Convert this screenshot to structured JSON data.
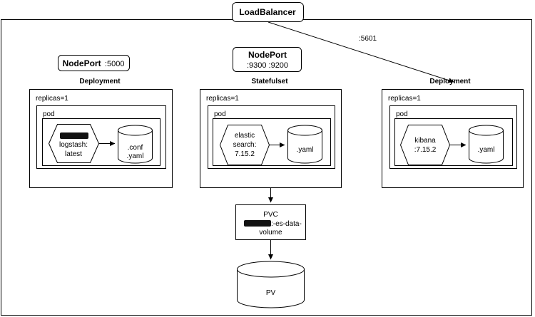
{
  "load_balancer": {
    "label": "LoadBalancer"
  },
  "edge_label_5601": ":5601",
  "nodeport_logstash": {
    "title": "NodePort",
    "ports": ":5000"
  },
  "nodeport_elastic": {
    "title": "NodePort",
    "ports": ":9300 :9200"
  },
  "deployments": [
    {
      "kind": "Deployment",
      "replicas": "replicas=1",
      "pod_label": "pod",
      "container_lines": [
        "",
        "logstash:",
        "latest"
      ],
      "volume_lines": [
        ".conf",
        ".yaml"
      ]
    },
    {
      "kind": "Statefulset",
      "replicas": "replicas=1",
      "pod_label": "pod",
      "container_lines": [
        "elastic",
        "search:",
        "7.15.2"
      ],
      "volume_lines": [
        ".yaml"
      ]
    },
    {
      "kind": "Deployment",
      "replicas": "replicas=1",
      "pod_label": "pod",
      "container_lines": [
        "kibana",
        ":7.15.2"
      ],
      "volume_lines": [
        ".yaml"
      ]
    }
  ],
  "pvc": {
    "lines": [
      "PVC",
      ":-es-data-",
      "volume"
    ]
  },
  "pv": {
    "label": "PV"
  },
  "colors": {
    "stroke": "#000000",
    "fill": "#ffffff",
    "redaction": "#111111"
  }
}
